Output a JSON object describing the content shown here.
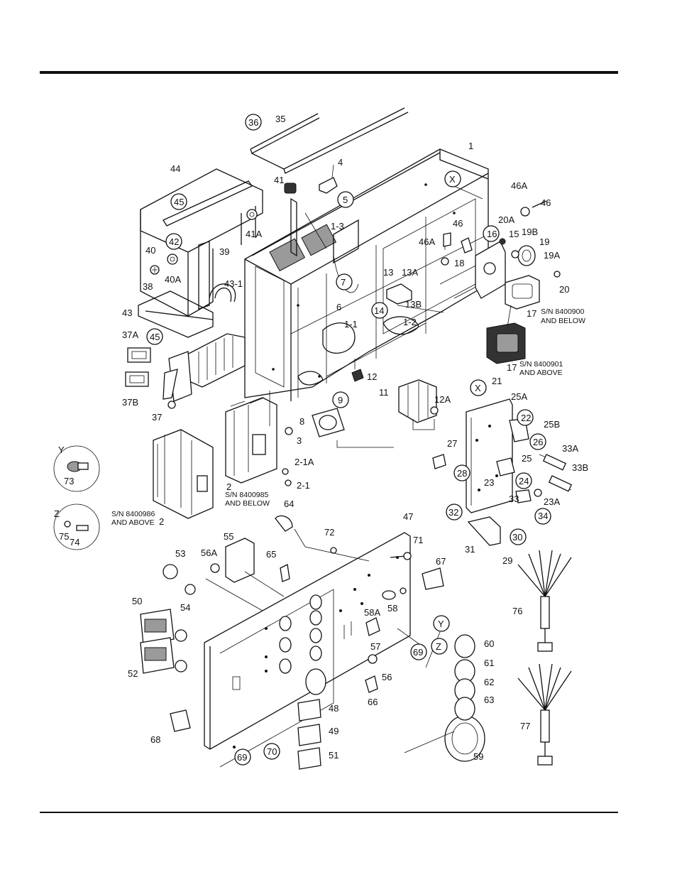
{
  "labels": [
    {
      "id": "1",
      "t": "1"
    },
    {
      "id": "1-1",
      "t": "1-1"
    },
    {
      "id": "1-2",
      "t": "1-2"
    },
    {
      "id": "1-3",
      "t": "1-3"
    },
    {
      "id": "2a",
      "t": "2"
    },
    {
      "id": "2b",
      "t": "2"
    },
    {
      "id": "2-1",
      "t": "2-1"
    },
    {
      "id": "2-1A",
      "t": "2-1A"
    },
    {
      "id": "3",
      "t": "3"
    },
    {
      "id": "4",
      "t": "4"
    },
    {
      "id": "5",
      "t": "5"
    },
    {
      "id": "6",
      "t": "6"
    },
    {
      "id": "7",
      "t": "7"
    },
    {
      "id": "8",
      "t": "8"
    },
    {
      "id": "9",
      "t": "9"
    },
    {
      "id": "11",
      "t": "11"
    },
    {
      "id": "12",
      "t": "12"
    },
    {
      "id": "12A",
      "t": "12A"
    },
    {
      "id": "13",
      "t": "13"
    },
    {
      "id": "13A",
      "t": "13A"
    },
    {
      "id": "13B",
      "t": "13B"
    },
    {
      "id": "14",
      "t": "14"
    },
    {
      "id": "15",
      "t": "15"
    },
    {
      "id": "16",
      "t": "16"
    },
    {
      "id": "17a",
      "t": "17"
    },
    {
      "id": "17b",
      "t": "17"
    },
    {
      "id": "18",
      "t": "18"
    },
    {
      "id": "19",
      "t": "19"
    },
    {
      "id": "19A",
      "t": "19A"
    },
    {
      "id": "19B",
      "t": "19B"
    },
    {
      "id": "20",
      "t": "20"
    },
    {
      "id": "20A",
      "t": "20A"
    },
    {
      "id": "21",
      "t": "21"
    },
    {
      "id": "22",
      "t": "22"
    },
    {
      "id": "23",
      "t": "23"
    },
    {
      "id": "23A",
      "t": "23A"
    },
    {
      "id": "24",
      "t": "24"
    },
    {
      "id": "25",
      "t": "25"
    },
    {
      "id": "25A",
      "t": "25A"
    },
    {
      "id": "25B",
      "t": "25B"
    },
    {
      "id": "26",
      "t": "26"
    },
    {
      "id": "27",
      "t": "27"
    },
    {
      "id": "28",
      "t": "28"
    },
    {
      "id": "29",
      "t": "29"
    },
    {
      "id": "30",
      "t": "30"
    },
    {
      "id": "31",
      "t": "31"
    },
    {
      "id": "32",
      "t": "32"
    },
    {
      "id": "33",
      "t": "33"
    },
    {
      "id": "33A",
      "t": "33A"
    },
    {
      "id": "33B",
      "t": "33B"
    },
    {
      "id": "34",
      "t": "34"
    },
    {
      "id": "35",
      "t": "35"
    },
    {
      "id": "36",
      "t": "36"
    },
    {
      "id": "37",
      "t": "37"
    },
    {
      "id": "37A",
      "t": "37A"
    },
    {
      "id": "37B",
      "t": "37B"
    },
    {
      "id": "38",
      "t": "38"
    },
    {
      "id": "39",
      "t": "39"
    },
    {
      "id": "40",
      "t": "40"
    },
    {
      "id": "40A",
      "t": "40A"
    },
    {
      "id": "41",
      "t": "41"
    },
    {
      "id": "41A",
      "t": "41A"
    },
    {
      "id": "42",
      "t": "42"
    },
    {
      "id": "43",
      "t": "43"
    },
    {
      "id": "43-1",
      "t": "43-1"
    },
    {
      "id": "44",
      "t": "44"
    },
    {
      "id": "45a",
      "t": "45"
    },
    {
      "id": "45b",
      "t": "45"
    },
    {
      "id": "46a",
      "t": "46"
    },
    {
      "id": "46b",
      "t": "46"
    },
    {
      "id": "46A",
      "t": "46A"
    },
    {
      "id": "46Ab",
      "t": "46A"
    },
    {
      "id": "47",
      "t": "47"
    },
    {
      "id": "48",
      "t": "48"
    },
    {
      "id": "49",
      "t": "49"
    },
    {
      "id": "50",
      "t": "50"
    },
    {
      "id": "51",
      "t": "51"
    },
    {
      "id": "52",
      "t": "52"
    },
    {
      "id": "53",
      "t": "53"
    },
    {
      "id": "54",
      "t": "54"
    },
    {
      "id": "55",
      "t": "55"
    },
    {
      "id": "56",
      "t": "56"
    },
    {
      "id": "56A",
      "t": "56A"
    },
    {
      "id": "57",
      "t": "57"
    },
    {
      "id": "58",
      "t": "58"
    },
    {
      "id": "58A",
      "t": "58A"
    },
    {
      "id": "59",
      "t": "59"
    },
    {
      "id": "60",
      "t": "60"
    },
    {
      "id": "61",
      "t": "61"
    },
    {
      "id": "62",
      "t": "62"
    },
    {
      "id": "63",
      "t": "63"
    },
    {
      "id": "64",
      "t": "64"
    },
    {
      "id": "65",
      "t": "65"
    },
    {
      "id": "66",
      "t": "66"
    },
    {
      "id": "67",
      "t": "67"
    },
    {
      "id": "68",
      "t": "68"
    },
    {
      "id": "69a",
      "t": "69"
    },
    {
      "id": "69b",
      "t": "69"
    },
    {
      "id": "70",
      "t": "70"
    },
    {
      "id": "71",
      "t": "71"
    },
    {
      "id": "72",
      "t": "72"
    },
    {
      "id": "73",
      "t": "73"
    },
    {
      "id": "74",
      "t": "74"
    },
    {
      "id": "75",
      "t": "75"
    },
    {
      "id": "76",
      "t": "76"
    },
    {
      "id": "77",
      "t": "77"
    },
    {
      "id": "Xa",
      "t": "X"
    },
    {
      "id": "Xb",
      "t": "X"
    },
    {
      "id": "Ya",
      "t": "Y"
    },
    {
      "id": "Yb",
      "t": "Y"
    },
    {
      "id": "Za",
      "t": "Z"
    },
    {
      "id": "Zb",
      "t": "Z"
    }
  ],
  "notes": {
    "sn_17_below_1": "S/N 8400900",
    "sn_17_below_2": "AND BELOW",
    "sn_17_above_1": "S/N 8400901",
    "sn_17_above_2": "AND ABOVE",
    "sn_2_below_1": "S/N 8400985",
    "sn_2_below_2": "AND BELOW",
    "sn_2_above_1": "S/N 8400986",
    "sn_2_above_2": "AND ABOVE"
  }
}
